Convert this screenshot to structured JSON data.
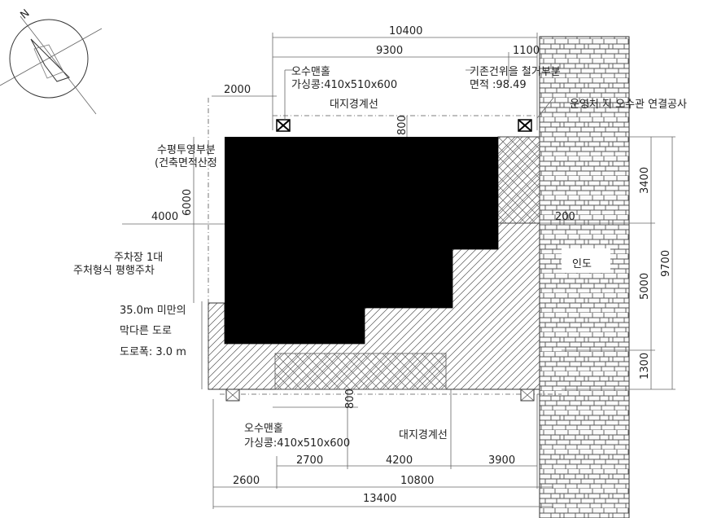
{
  "diagram": {
    "north_label": "N",
    "dimensions_top": {
      "total": "10400",
      "main": "9300",
      "right": "1100",
      "left_offset": "2000",
      "top_gap": "800"
    },
    "dimensions_bottom": {
      "seg1": "2700",
      "seg2": "4200",
      "seg3": "3900",
      "mid_total": "10800",
      "left": "2600",
      "total": "13400",
      "bottom_gap": "800"
    },
    "dimensions_left": {
      "height": "6000",
      "width": "4000"
    },
    "dimensions_right": {
      "upper": "3400",
      "middle": "5000",
      "lower": "1300",
      "total": "9700",
      "small": "200"
    },
    "labels": {
      "manhole_top_line1": "오수맨홀",
      "manhole_top_line2": "가싱콩:410x510x600",
      "existing_line1": "기존건위을 철거부분",
      "existing_line2": "면적 :98.49",
      "boundary_top": "대지경계선",
      "sewer_connection": "운영처 지 오수관 연결공사",
      "horizontal_proj_line1": "수평투영부분",
      "horizontal_proj_line2": "(건축면적산정",
      "parking_line1": "주차장 1대",
      "parking_line2": "주처형식 평행주차",
      "road_line1": "35.0m 미만의",
      "road_line2": "막다른 도로",
      "road_line3": "도로폭: 3.0 m",
      "sidewalk": "인도",
      "manhole_bottom_line1": "오수맨홀",
      "manhole_bottom_line2": "가싱콩:410x510x600",
      "boundary_bottom": "대지경계선"
    }
  }
}
